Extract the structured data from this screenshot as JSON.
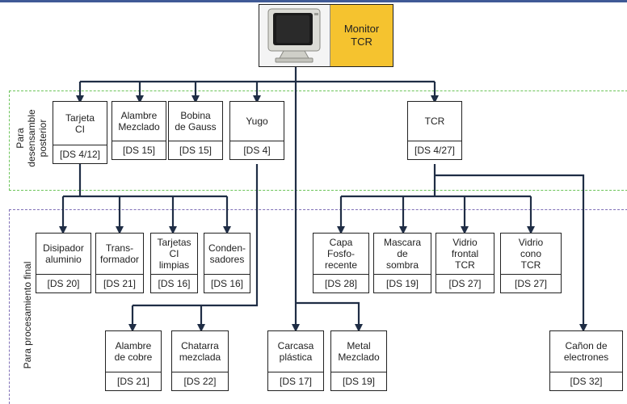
{
  "root": {
    "label": "Monitor\nTCR",
    "icon": "crt-monitor-icon"
  },
  "regions": {
    "top": {
      "label": "Para\ndesensamble\nposterior",
      "color": "#6cc45a"
    },
    "bottom": {
      "label": "Para procesamiento final",
      "color": "#8070b8"
    }
  },
  "nodes": {
    "tarjeta_ci": {
      "name": "Tarjeta\nCI",
      "ds": "[DS 4/12]"
    },
    "alambre_mezclado": {
      "name": "Alambre\nMezclado",
      "ds": "[DS 15]"
    },
    "bobina_gauss": {
      "name": "Bobina\nde Gauss",
      "ds": "[DS 15]"
    },
    "yugo": {
      "name": "Yugo",
      "ds": "[DS 4]"
    },
    "tcr": {
      "name": "TCR",
      "ds": "[DS 4/27]"
    },
    "disipador": {
      "name": "Disipador\naluminio",
      "ds": "[DS 20]"
    },
    "transformador": {
      "name": "Trans-\nformador",
      "ds": "[DS 21]"
    },
    "tarjetas_ci_limpias": {
      "name": "Tarjetas\nCI\nlimpias",
      "ds": "[DS 16]"
    },
    "condensadores": {
      "name": "Conden-\nsadores",
      "ds": "[DS 16]"
    },
    "capa_fosforecente": {
      "name": "Capa\nFosfo-\nrecente",
      "ds": "[DS 28]"
    },
    "mascara_sombra": {
      "name": "Mascara\nde\nsombra",
      "ds": "[DS 19]"
    },
    "vidrio_frontal": {
      "name": "Vidrio\nfrontal\nTCR",
      "ds": "[DS 27]"
    },
    "vidrio_cono": {
      "name": "Vidrio\ncono\nTCR",
      "ds": "[DS 27]"
    },
    "alambre_cobre": {
      "name": "Alambre\nde cobre",
      "ds": "[DS 21]"
    },
    "chatarra_mezclada": {
      "name": "Chatarra\nmezclada",
      "ds": "[DS 22]"
    },
    "carcasa_plastica": {
      "name": "Carcasa\nplástica",
      "ds": "[DS 17]"
    },
    "metal_mezclado": {
      "name": "Metal\nMezclado",
      "ds": "[DS 19]"
    },
    "canon_electrones": {
      "name": "Cañon de\nelectrones",
      "ds": "[DS 32]"
    }
  },
  "colors": {
    "connector": "#1f2d45",
    "accent": "#f5c32f"
  }
}
